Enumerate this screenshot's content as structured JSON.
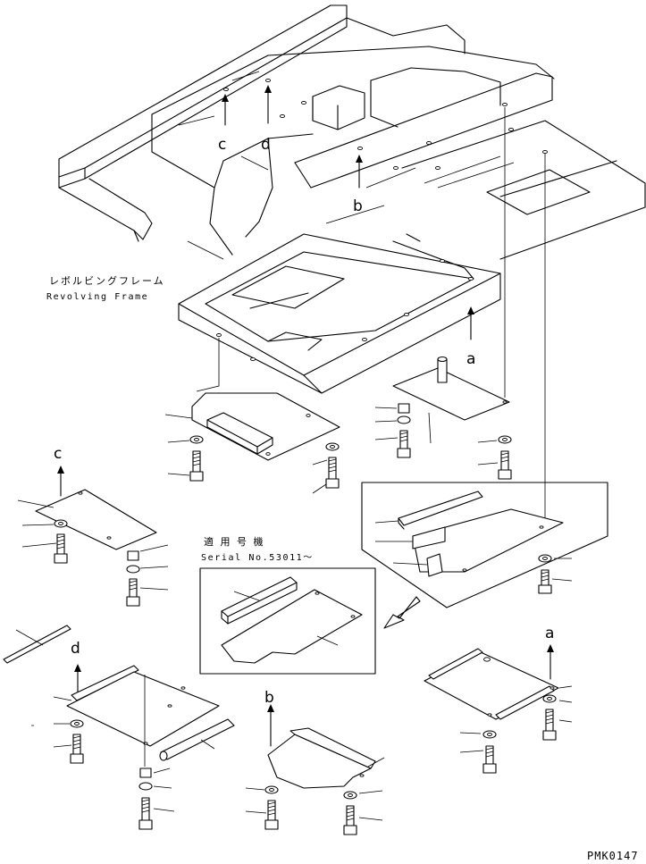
{
  "frame": {
    "name_ja": "レボルビングフレーム",
    "name_en": "Revolving Frame"
  },
  "serial_note": {
    "label_ja": "適 用 号 機",
    "label_en": "Serial No.53011〜"
  },
  "callouts": {
    "a": "a",
    "b": "b",
    "c": "c",
    "d": "d"
  },
  "drawing_code": "PMK0147"
}
